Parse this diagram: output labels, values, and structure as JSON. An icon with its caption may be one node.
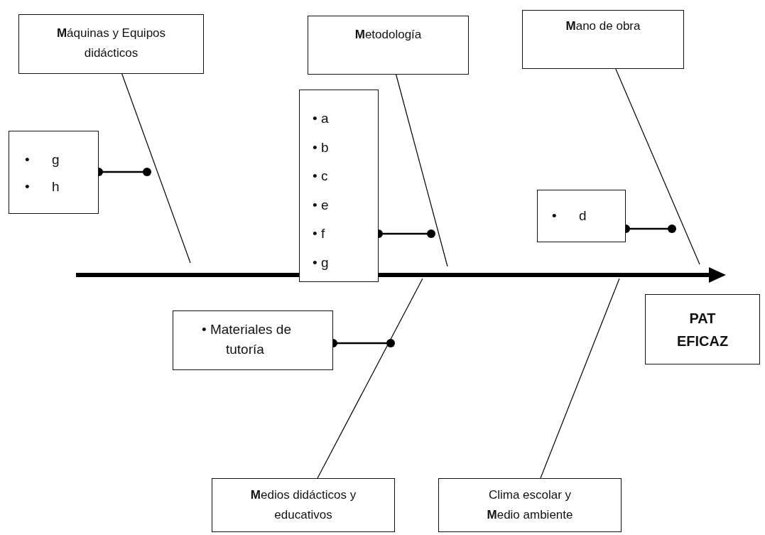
{
  "diagram": {
    "nodes": [
      {
        "text": [
          "**M**áquinas y Equipos didácticos"
        ]
      },
      {
        "text": [
          "**M**etodología"
        ]
      },
      {
        "text": [
          "**M**ano de obra"
        ]
      },
      {
        "text": [
          "• g",
          "• h"
        ]
      },
      {
        "text": [
          "• a",
          "• b",
          "• c",
          "• e",
          "• f",
          "• g"
        ]
      },
      {
        "text": [
          "• d"
        ]
      },
      {
        "text": [
          "• Materiales de tutoría"
        ]
      },
      {
        "text": [
          "PAT EFICAZ"
        ]
      },
      {
        "text": [
          "**M**edios didácticos y educativos"
        ]
      },
      {
        "text": [
          "Clima escolar y **M**edio ambiente"
        ]
      }
    ],
    "edges": [
      {
        "from": 0,
        "to": null,
        "arrow": "none"
      },
      {
        "from": 1,
        "to": null,
        "arrow": "none"
      },
      {
        "from": 2,
        "to": null,
        "arrow": "none"
      },
      {
        "from": 8,
        "to": null,
        "arrow": "none"
      },
      {
        "from": 9,
        "to": null,
        "arrow": "none"
      },
      {
        "from": 3,
        "to": null,
        "arrow": "other"
      },
      {
        "from": 4,
        "to": null,
        "arrow": "other"
      },
      {
        "from": 5,
        "to": null,
        "arrow": "other"
      },
      {
        "from": 6,
        "to": null,
        "arrow": "other"
      }
    ]
  }
}
